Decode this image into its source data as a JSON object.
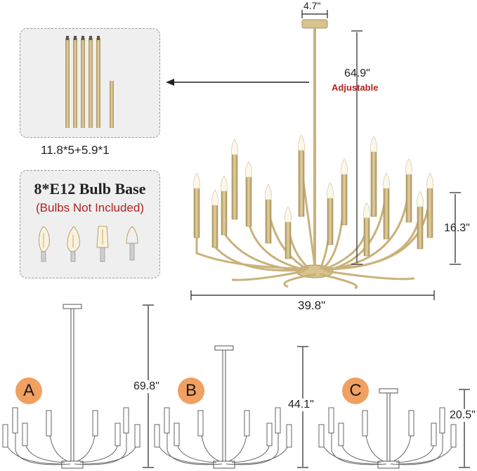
{
  "rods_box": {
    "caption": "11.8*5+5.9*1"
  },
  "bulb_box": {
    "title": "8*E12 Bulb Base",
    "subtitle": "(Bulbs Not Included)"
  },
  "dimensions": {
    "canopy_width": "4.7\"",
    "height_total": "64.9\"",
    "adjustable": "Adjustable",
    "body_height": "16.3\"",
    "width": "39.8\""
  },
  "options": [
    {
      "label": "A",
      "height": "69.8\""
    },
    {
      "label": "B",
      "height": "44.1\""
    },
    {
      "label": "C",
      "height": "20.5\""
    }
  ],
  "colors": {
    "gold": "#c9b27a",
    "badge": "#f0a061",
    "accent_red": "#b0241e"
  }
}
